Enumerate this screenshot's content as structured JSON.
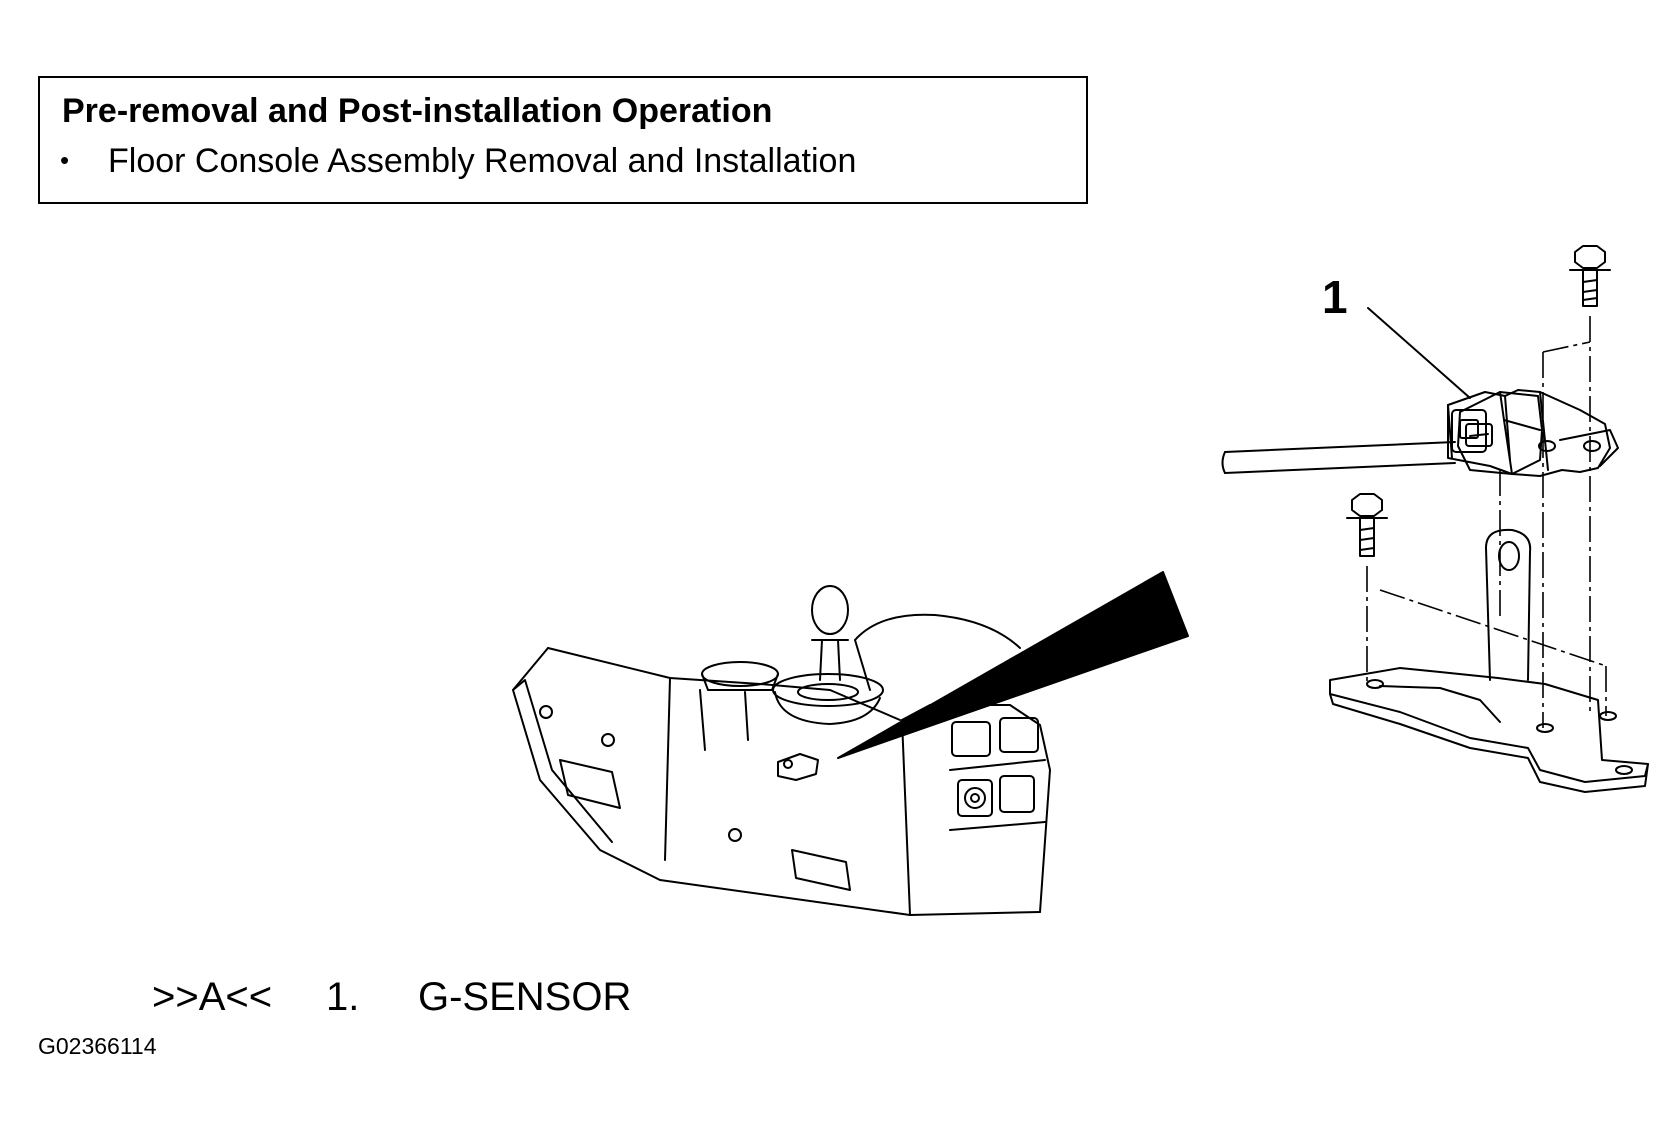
{
  "note": {
    "title": "Pre-removal and Post-installation Operation",
    "items": [
      "Floor Console Assembly Removal and Installation"
    ],
    "bullet": "•"
  },
  "diagram": {
    "callouts": [
      {
        "label": "1"
      }
    ]
  },
  "legend": [
    {
      "code": ">>A<<",
      "number": "1.",
      "name": "G-SENSOR"
    }
  ],
  "figure_id": "G02366114"
}
